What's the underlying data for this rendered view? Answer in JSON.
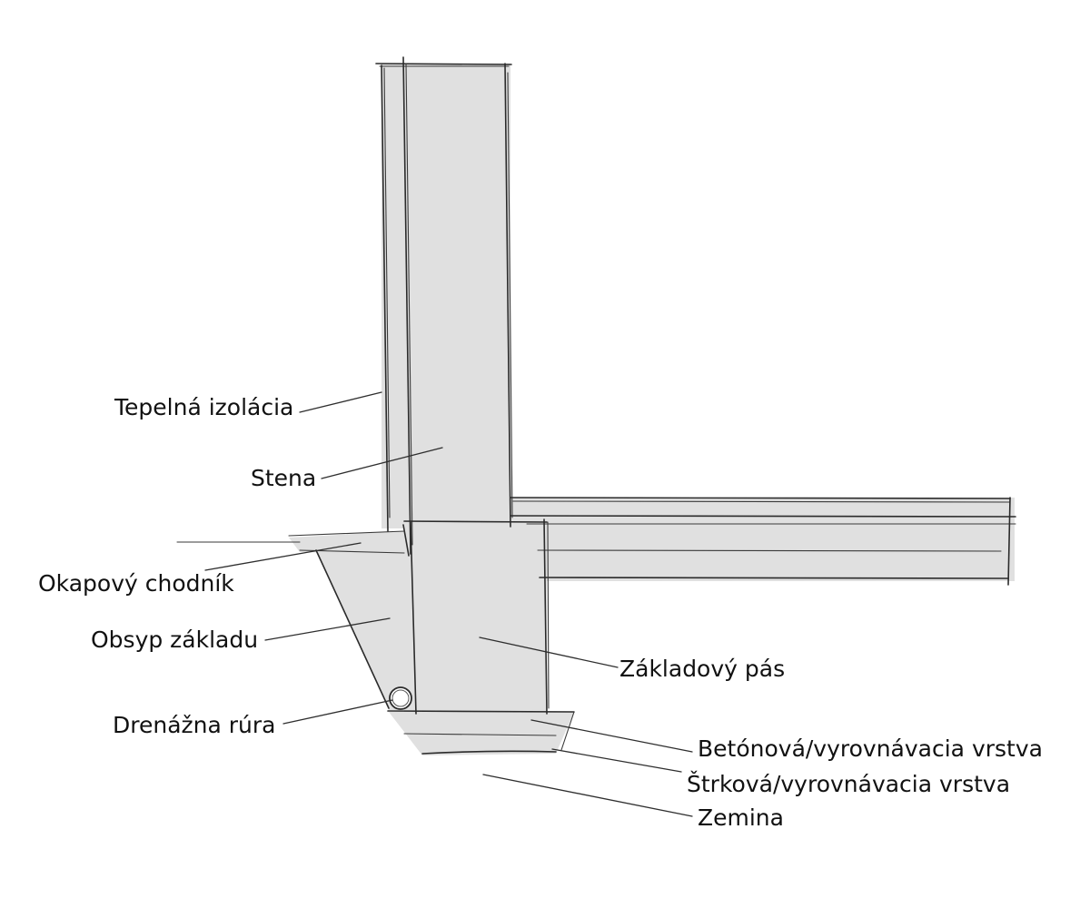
{
  "labels": {
    "insulation": "Tepelná izolácia",
    "wall": "Stena",
    "drip_path": "Okapový chodník",
    "backfill": "Obsyp základu",
    "drain_pipe": "Drenážna rúra",
    "strip_footing": "Základový pás",
    "concrete_layer": "Betónová/vyrovnávacia vrstva",
    "gravel_layer": "Štrková/vyrovnávacia vrstva",
    "soil": "Zemina"
  },
  "colors": {
    "fill": "#e0e0e0",
    "line": "#2b2b2b",
    "text": "#111111"
  }
}
